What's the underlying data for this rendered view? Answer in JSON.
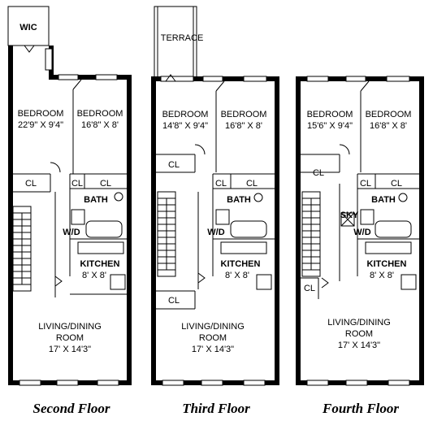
{
  "floors": [
    {
      "caption": "Second Floor",
      "rooms": {
        "wic": "WIC",
        "bedroom_a_name": "BEDROOM",
        "bedroom_a_size": "22'9\" X 9'4\"",
        "bedroom_b_name": "BEDROOM",
        "bedroom_b_size": "16'8\" X 8'",
        "closet_1": "CL",
        "closet_2": "CL",
        "closet_3": "CL",
        "bath": "BATH",
        "wd": "W/D",
        "kitchen_name": "KITCHEN",
        "kitchen_size": "8' X 8'",
        "living_line1": "LIVING/DINING",
        "living_line2": "ROOM",
        "living_size": "17' X 14'3\""
      }
    },
    {
      "caption": "Third Floor",
      "rooms": {
        "terrace": "TERRACE",
        "bedroom_a_name": "BEDROOM",
        "bedroom_a_size": "14'8\" X 9'4\"",
        "bedroom_b_name": "BEDROOM",
        "bedroom_b_size": "16'8\" X 8'",
        "closet_1": "CL",
        "closet_2": "CL",
        "closet_3": "CL",
        "closet_4": "CL",
        "bath": "BATH",
        "wd": "W/D",
        "kitchen_name": "KITCHEN",
        "kitchen_size": "8' X 8'",
        "living_line1": "LIVING/DINING",
        "living_line2": "ROOM",
        "living_size": "17' X 14'3\""
      }
    },
    {
      "caption": "Fourth Floor",
      "rooms": {
        "bedroom_a_name": "BEDROOM",
        "bedroom_a_size": "15'6\" X 9'4\"",
        "bedroom_b_name": "BEDROOM",
        "bedroom_b_size": "16'8\" X 8'",
        "closet_1": "CL",
        "closet_2": "CL",
        "closet_3": "CL",
        "closet_4": "CL",
        "bath": "BATH",
        "sky": "SKY",
        "wd": "W/D",
        "kitchen_name": "KITCHEN",
        "kitchen_size": "8' X 8'",
        "living_line1": "LIVING/DINING",
        "living_line2": "ROOM",
        "living_size": "17' X 14'3\""
      }
    }
  ]
}
